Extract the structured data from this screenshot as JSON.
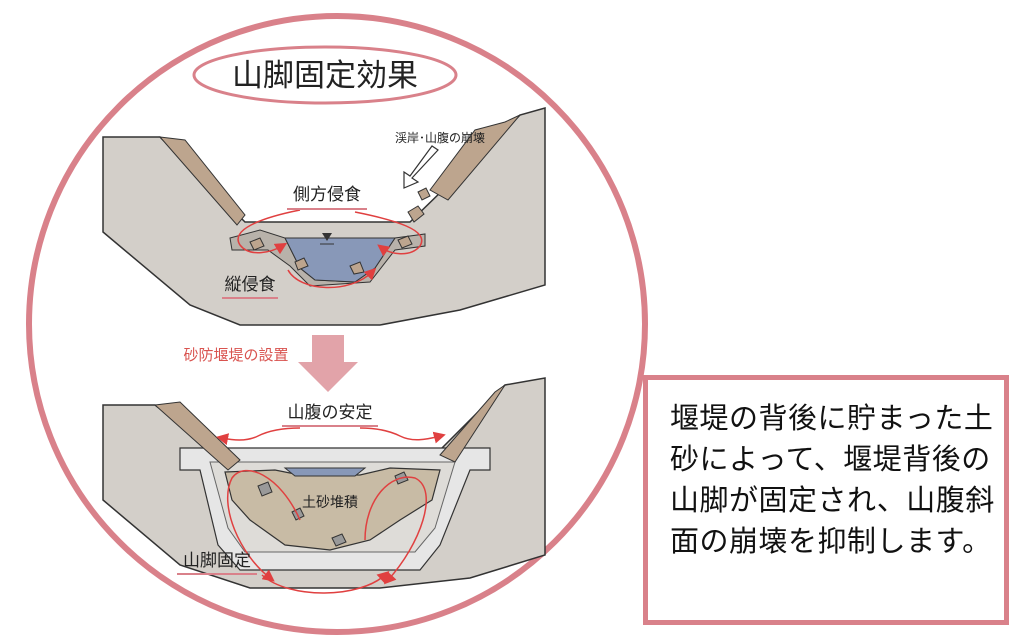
{
  "colors": {
    "accent": "#d9818a",
    "arrow_red": "#e04040",
    "ground": "#d3cfc9",
    "rock": "#bda58e",
    "water": "#8898b8",
    "sediment": "#c8bba5",
    "dam": "#e6e6e6"
  },
  "diagram": {
    "title": "山脚固定効果",
    "top": {
      "collapse_label": "渓岸･山腹の崩壊",
      "lateral_label": "側方侵食",
      "vertical_label": "縦侵食"
    },
    "transition_label": "砂防堰堤の設置",
    "bottom": {
      "stable_label": "山腹の安定",
      "sediment_label": "土砂堆積",
      "fixed_label": "山脚固定"
    }
  },
  "callout": {
    "text": "堰堤の背後に貯まった土砂によって、堰堤背後の山脚が固定され、山腹斜面の崩壊を抑制します。"
  }
}
